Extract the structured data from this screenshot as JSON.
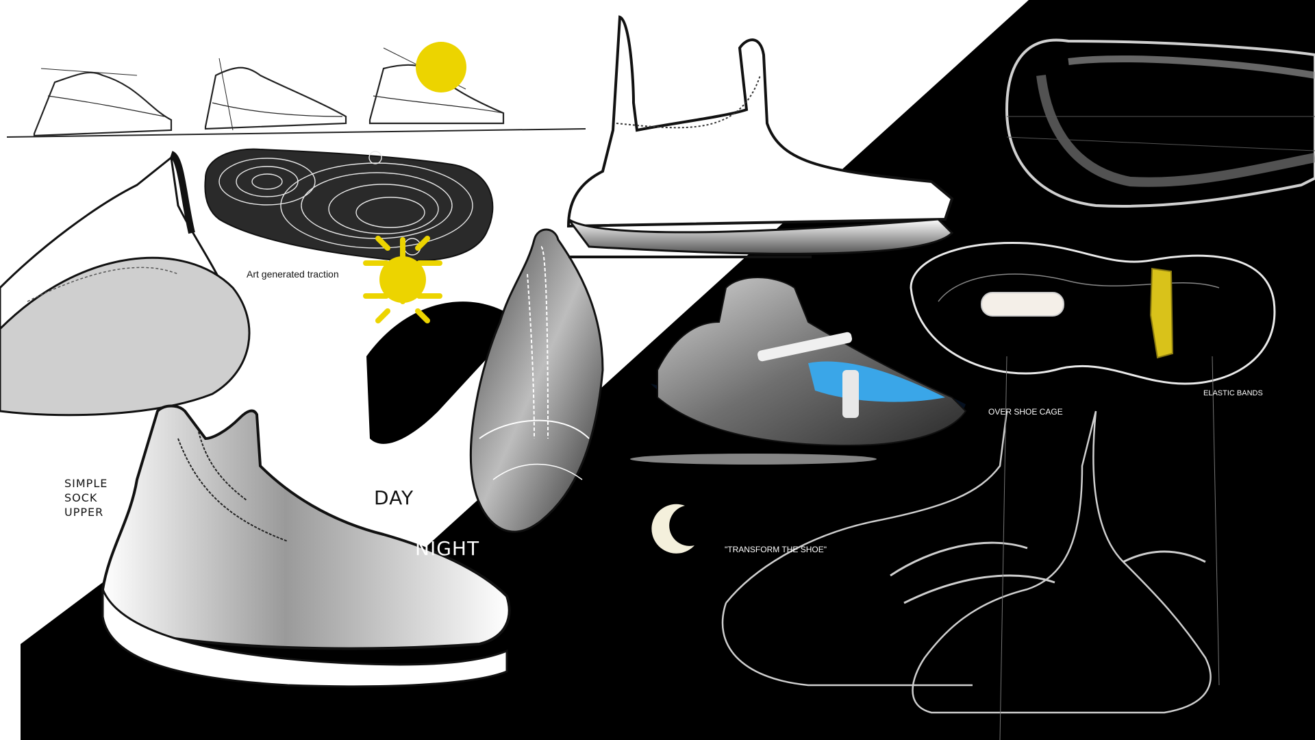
{
  "board": {
    "annotations": {
      "traction": "Art generated traction",
      "sock_upper": [
        "SIMPLE",
        "SOCK",
        "UPPER"
      ],
      "day": "DAY",
      "night": "NIGHT",
      "over_shoe_cage": "OVER SHOE CAGE",
      "elastic_bands": "ELASTIC BANDS",
      "transform": "\"TRANSFORM THE SHOE\""
    },
    "colors": {
      "background_day": "#ffffff",
      "background_night": "#000000",
      "sun_yellow": "#ecd400",
      "moon": "#f4f0dc",
      "sole_glow_blue": "#3aa6e8",
      "band_yellow": "#d9c21a"
    },
    "icons": [
      "sun-icon",
      "sun-disc-icon",
      "moon-icon"
    ]
  }
}
